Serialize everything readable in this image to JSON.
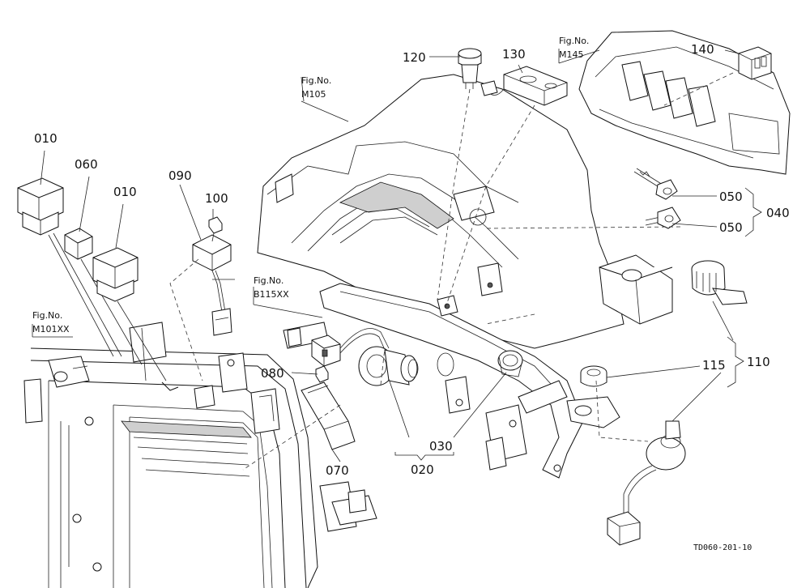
{
  "labels": {
    "p010a": "010",
    "p060": "060",
    "p010b": "010",
    "p090": "090",
    "p100": "100",
    "p120": "120",
    "p130": "130",
    "p140": "140",
    "p050a": "050",
    "p050b": "050",
    "p040": "040",
    "p115": "115",
    "p110": "110",
    "p080": "080",
    "p070": "070",
    "p030": "030",
    "p020": "020"
  },
  "figures": {
    "m105": {
      "line1": "Fig.No.",
      "line2": "M105"
    },
    "m145": {
      "line1": "Fig.No.",
      "line2": "M145"
    },
    "b115xx": {
      "line1": "Fig.No.",
      "line2": "B115XX"
    },
    "m101xx": {
      "line1": "Fig.No.",
      "line2": "M101XX"
    }
  },
  "drawing_code": "TD060-201-10"
}
